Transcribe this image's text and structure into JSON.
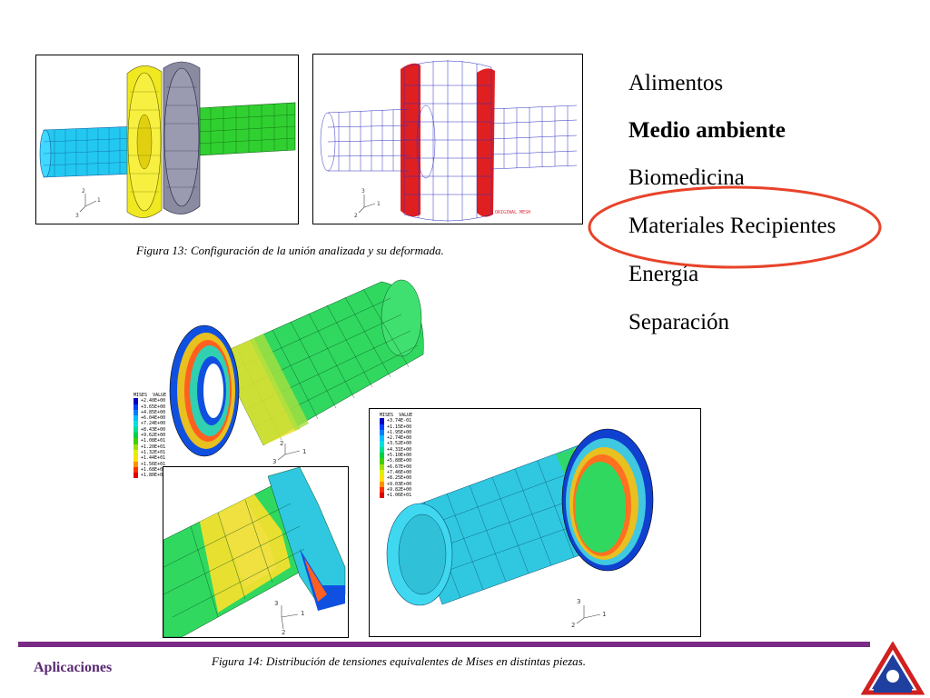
{
  "topics": [
    {
      "label": "Alimentos"
    },
    {
      "label": "Medio ambiente"
    },
    {
      "label": "Biomedicina"
    },
    {
      "label": "Materiales Recipientes"
    },
    {
      "label": "Energía"
    },
    {
      "label": "Separación"
    }
  ],
  "captions": {
    "fig13": "Figura 13: Configuración de la unión analizada y su deformada.",
    "fig14": "Figura 14: Distribución de tensiones equivalentes de Mises en distintas piezas."
  },
  "footer": {
    "label": "Aplicaciones"
  },
  "mesh": {
    "original_label": "ORIGINAL MESH"
  },
  "legend_left": {
    "title_a": "MISES",
    "title_b": "VALUE",
    "values": [
      "+2.40E+00",
      "+3.65E+00",
      "+4.85E+00",
      "+6.04E+00",
      "+7.24E+00",
      "+8.43E+00",
      "+9.62E+00",
      "+1.08E+01",
      "+1.20E+01",
      "+1.32E+01",
      "+1.44E+01",
      "+1.56E+01",
      "+1.68E+01",
      "+1.80E+01"
    ]
  },
  "legend_right": {
    "title_a": "MISES",
    "title_b": "VALUE",
    "values": [
      "+3.74E-01",
      "+1.15E+00",
      "+1.95E+00",
      "+2.74E+00",
      "+3.52E+00",
      "+4.31E+00",
      "+5.10E+00",
      "+5.88E+00",
      "+6.67E+00",
      "+7.46E+00",
      "+8.25E+00",
      "+9.03E+00",
      "+9.82E+00",
      "+1.06E+01"
    ]
  },
  "legend_colors": [
    "#0000c8",
    "#0040ff",
    "#0080ff",
    "#00c0ff",
    "#00e0e0",
    "#00e090",
    "#00d040",
    "#40d000",
    "#a0e000",
    "#e0f000",
    "#ffe000",
    "#ff9000",
    "#ff3000",
    "#e00000"
  ],
  "axes": {
    "x": "1",
    "y": "2",
    "z": "3"
  },
  "colors": {
    "footer_bar": "#7a2b86",
    "circle": "#e8432a",
    "footer_text": "#5a2a73"
  }
}
